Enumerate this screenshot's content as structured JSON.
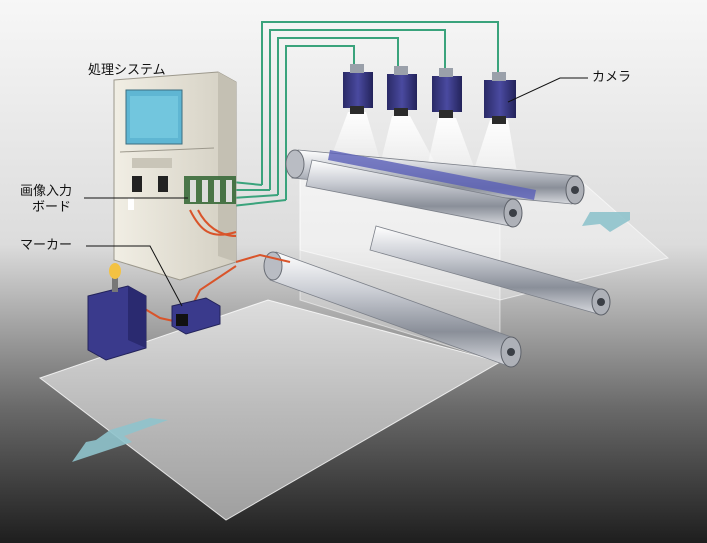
{
  "labels": {
    "processing_system": "処理システム",
    "camera": "カメラ",
    "image_input_board_line1": "画像入力",
    "image_input_board_line2": "ボード",
    "marker": "マーカー"
  },
  "colors": {
    "background_light": "#f4f4f4",
    "background_dark": "#2a2a2a",
    "cable_green": "#3aa37c",
    "cable_red": "#d9542a",
    "camera_blue": "#34347a",
    "roller_silver": "#c8ccd4",
    "flow_arrow": "#8fc3cc",
    "cabinet_beige": "#e8e4d8",
    "screen_cyan": "#5fb6d3",
    "marker_lamp": "#f3c243"
  },
  "icons": [
    "camera-icon",
    "cabinet-icon",
    "marker-icon",
    "roller-icon",
    "flow-arrow-icon"
  ]
}
